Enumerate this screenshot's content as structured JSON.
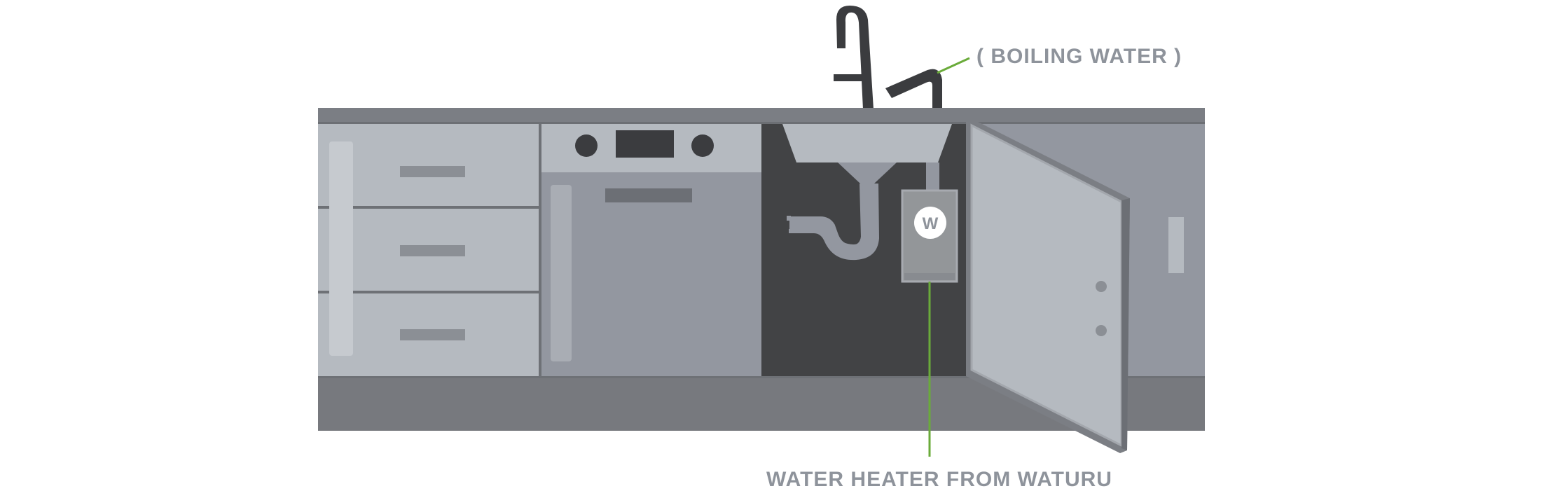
{
  "callouts": {
    "boiling": "( BOILING WATER )",
    "heater": "WATER HEATER FROM WATURU"
  },
  "heater_badge": "W",
  "colors": {
    "countertop": "#7b7e84",
    "cabinet_light": "#b5bac0",
    "cabinet_mid": "#9397a0",
    "dark_interior": "#424345",
    "plinth": "#77797e",
    "handle": "#8b8f95",
    "faucet": "#3b3c3f",
    "callout_line": "#6aab3a",
    "label_text": "#8e939b",
    "heater_body": "#939699"
  }
}
